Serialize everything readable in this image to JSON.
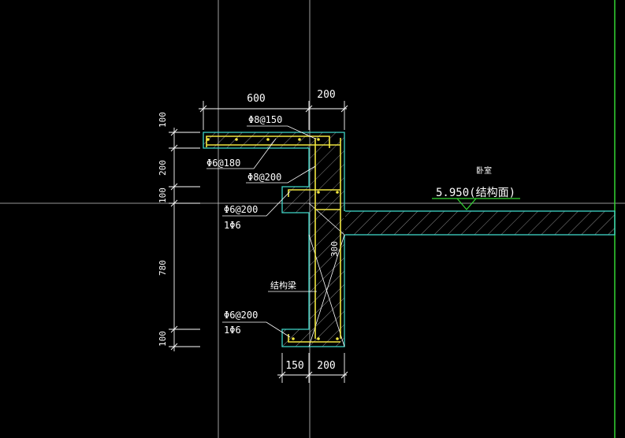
{
  "colors": {
    "background": "#000000",
    "grid": "#c8c8c8",
    "outline": "#3fd6c8",
    "rebar": "#f0e640",
    "hatch": "#9a9a9a",
    "dimension": "#ffffff",
    "elevation_mark": "#33d633",
    "frame": "#33d633"
  },
  "dimensions": {
    "width_600": "600",
    "width_200_top": "200",
    "height_100_a": "100",
    "height_200": "200",
    "height_100_b": "100",
    "height_780": "780",
    "height_100_c": "100",
    "width_150": "150",
    "width_200_bottom": "200",
    "wall_300": "300"
  },
  "annotations": {
    "rebar_top": "Φ8@150",
    "rebar_stirrup_top": "Φ6@180",
    "rebar_mid": "Φ8@200",
    "rebar_upper_hook": "Φ6@200",
    "rebar_upper_hook_sub": "1Φ6",
    "structural_beam": "结构梁",
    "rebar_lower_hook": "Φ6@200",
    "rebar_lower_hook_sub": "1Φ6"
  },
  "room": {
    "name": "卧室",
    "elevation": "5.950(结构面)"
  }
}
